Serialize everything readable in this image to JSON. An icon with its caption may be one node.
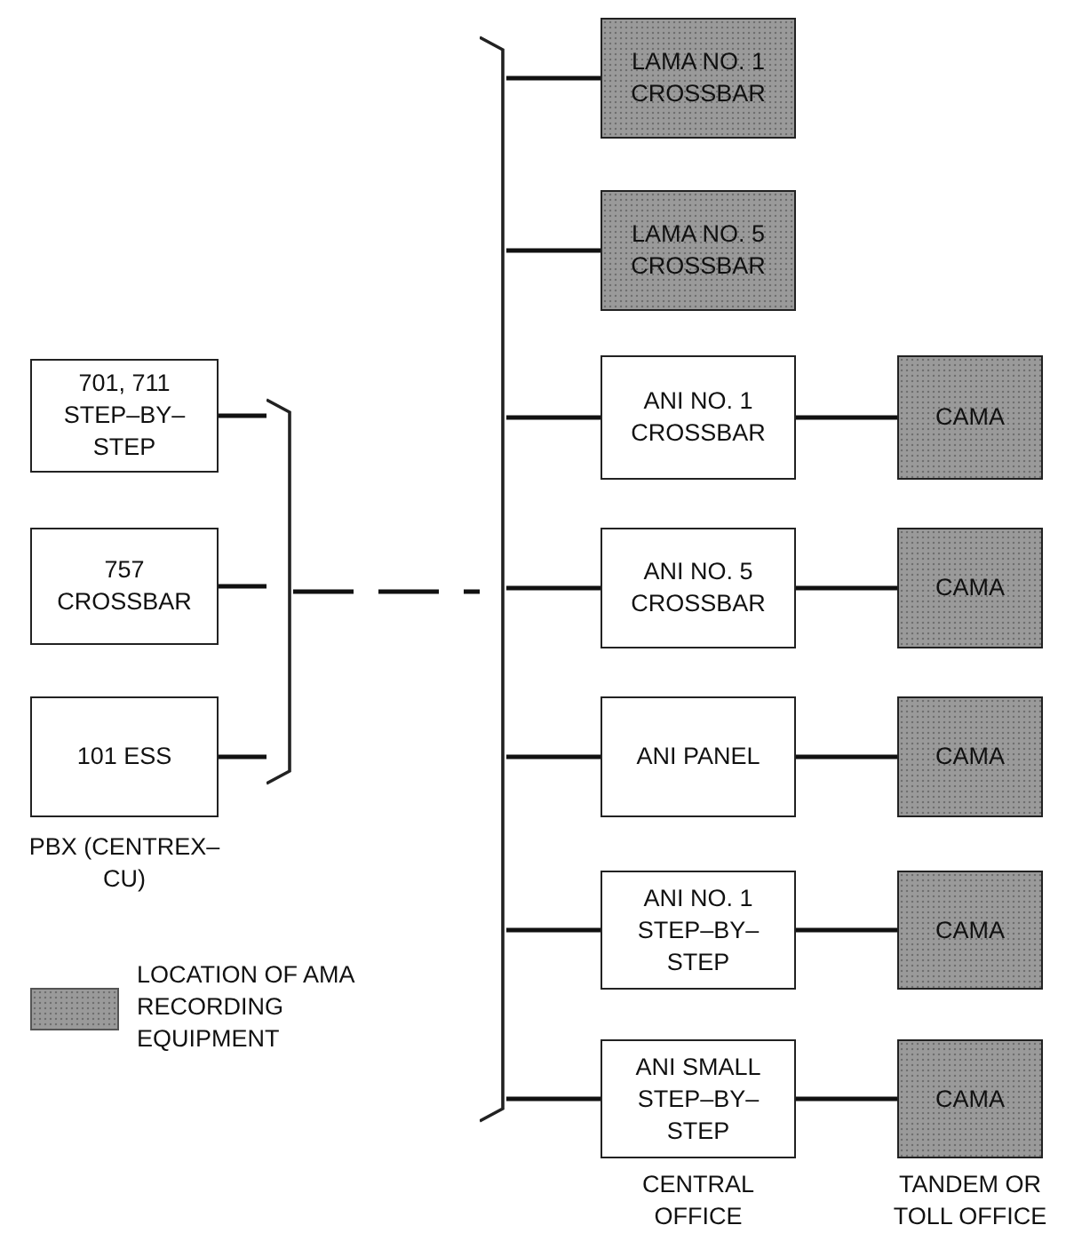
{
  "diagram": {
    "nodes": [
      {
        "text": [
          "701, 711 STEP–BY–STEP"
        ]
      },
      {
        "text": [
          "757 CROSSBAR"
        ]
      },
      {
        "text": [
          "101 ESS"
        ]
      },
      {
        "text": [],
        "shape": "bracket"
      },
      {
        "text": [],
        "shape": "bracket"
      },
      {
        "text": [
          "LAMA NO. 1 CROSSBAR"
        ]
      },
      {
        "text": [
          "LAMA NO. 5 CROSSBAR"
        ]
      },
      {
        "text": [
          "ANI NO. 1 CROSSBAR"
        ]
      },
      {
        "text": [
          "ANI NO. 5 CROSSBAR"
        ]
      },
      {
        "text": [
          "ANI PANEL"
        ]
      },
      {
        "text": [
          "ANI NO. 1 STEP–BY–STEP"
        ]
      },
      {
        "text": [
          "ANI SMALL STEP–BY–STEP"
        ]
      },
      {
        "text": [
          "CAMA"
        ]
      },
      {
        "text": [
          "CAMA"
        ]
      },
      {
        "text": [
          "CAMA"
        ]
      },
      {
        "text": [
          "CAMA"
        ]
      },
      {
        "text": [
          "CAMA"
        ]
      }
    ],
    "edges": [
      {
        "from": 0,
        "to": 3,
        "arrow": "none"
      },
      {
        "from": 1,
        "to": 3,
        "arrow": "none"
      },
      {
        "from": 2,
        "to": 3,
        "arrow": "none"
      },
      {
        "from": 3,
        "to": 4,
        "arrow": "none",
        "style": "dashed"
      },
      {
        "from": 4,
        "to": 5,
        "arrow": "none"
      },
      {
        "from": 4,
        "to": 6,
        "arrow": "none"
      },
      {
        "from": 4,
        "to": 7,
        "arrow": "none"
      },
      {
        "from": 4,
        "to": 8,
        "arrow": "none"
      },
      {
        "from": 4,
        "to": 9,
        "arrow": "none"
      },
      {
        "from": 4,
        "to": 10,
        "arrow": "none"
      },
      {
        "from": 4,
        "to": 11,
        "arrow": "none"
      },
      {
        "from": 7,
        "to": 12,
        "arrow": "none"
      },
      {
        "from": 8,
        "to": 13,
        "arrow": "none"
      },
      {
        "from": 9,
        "to": 14,
        "arrow": "none"
      },
      {
        "from": 10,
        "to": 15,
        "arrow": "none"
      },
      {
        "from": 11,
        "to": 16,
        "arrow": "none"
      }
    ],
    "labels": [
      "PBX (CENTREX–CU)",
      "CENTRAL OFFICE",
      "TANDEM OR TOLL OFFICE"
    ],
    "legend": [
      {
        "text": "LOCATION OF AMA RECORDING EQUIPMENT",
        "color": "#9a9a9a"
      }
    ]
  }
}
